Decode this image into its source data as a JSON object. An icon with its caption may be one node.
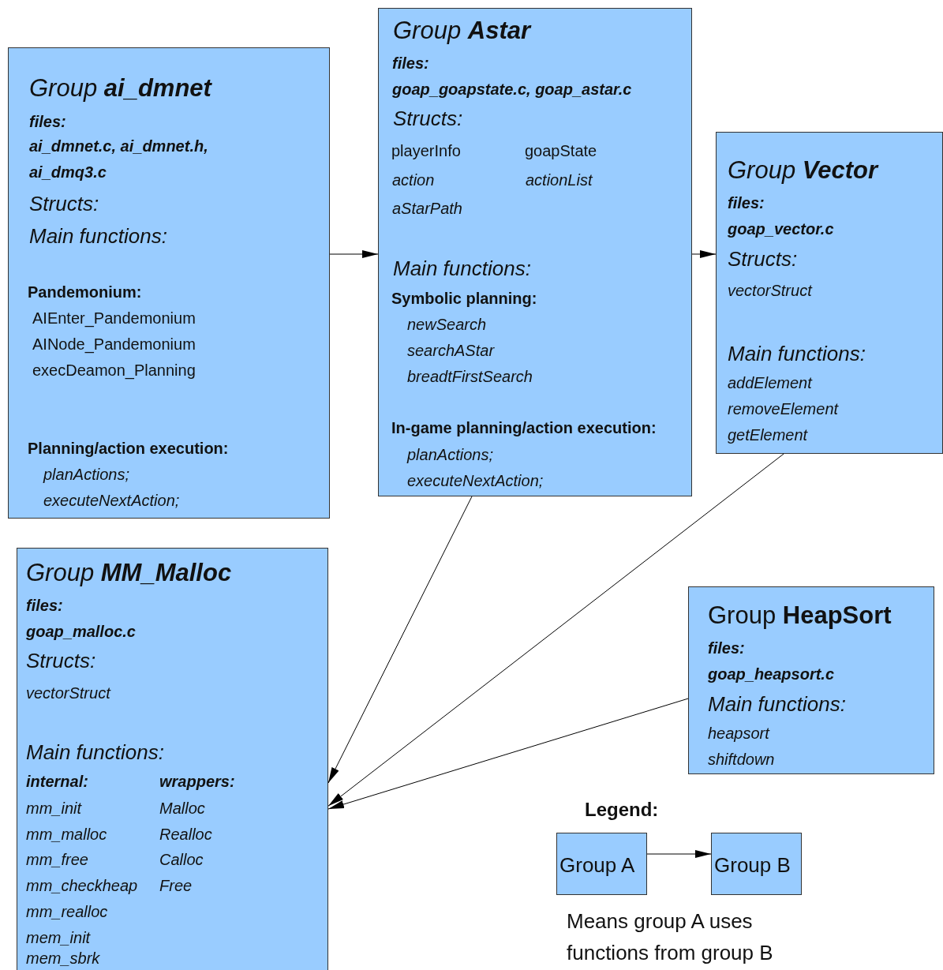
{
  "diagram": {
    "nodes": [
      {
        "text": [
          "Group **ai_dmnet**",
          "files:",
          "ai_dmnet.c, ai_dmnet.h, ai_dmq3.c",
          "Structs:",
          "Main functions:",
          "Pandemonium:",
          "AIEnter_Pandemonium",
          "AINode_Pandemonium",
          "execDeamon_Planning",
          "Planning/action execution:",
          "planActions;",
          "executeNextAction;"
        ]
      },
      {
        "text": [
          "Group **Astar**",
          "files:",
          "goap_goapstate.c, goap_astar.c",
          "Structs:",
          "playerInfo",
          "goapState",
          "action",
          "actionList",
          "aStarPath",
          "Main functions:",
          "Symbolic planning:",
          "newSearch",
          "searchAStar",
          "breadtFirstSearch",
          "In-game planning/action execution:",
          "planActions;",
          "executeNextAction;"
        ]
      },
      {
        "text": [
          "Group **Vector**",
          "files:",
          "goap_vector.c",
          "Structs:",
          "vectorStruct",
          "Main functions:",
          "addElement",
          "removeElement",
          "getElement"
        ]
      },
      {
        "text": [
          "Group **MM_Malloc**",
          "files:",
          "goap_malloc.c",
          "Structs:",
          "vectorStruct",
          "Main functions:",
          "internal:",
          "wrappers:",
          "mm_init",
          "Malloc",
          "mm_malloc",
          "Realloc",
          "mm_free",
          "Calloc",
          "mm_checkheap",
          "Free",
          "mm_realloc",
          "mem_init",
          "mem_sbrk"
        ]
      },
      {
        "text": [
          "Group **HeapSort**",
          "files:",
          "goap_heapsort.c",
          "Main functions:",
          "heapsort",
          "shiftdown"
        ]
      },
      {
        "text": [
          "Group A"
        ]
      },
      {
        "text": [
          "Group B"
        ]
      }
    ],
    "edges": [
      {
        "from": 0,
        "to": 1,
        "arrow": "to"
      },
      {
        "from": 1,
        "to": 2,
        "arrow": "to"
      },
      {
        "from": 1,
        "to": 3,
        "arrow": "to"
      },
      {
        "from": 2,
        "to": 3,
        "arrow": "to"
      },
      {
        "from": 4,
        "to": 3,
        "arrow": "to"
      },
      {
        "from": 5,
        "to": 6,
        "arrow": "to"
      }
    ],
    "labels": [
      "Legend:",
      "Means group A uses functions from group B"
    ]
  }
}
